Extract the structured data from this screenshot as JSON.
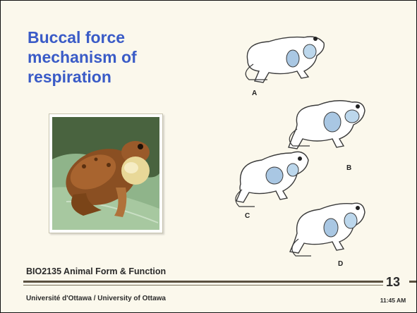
{
  "slide": {
    "title": "Buccal force mechanism of respiration",
    "course": "BIO2135 Animal Form & Function",
    "university": "Université d'Ottawa / University of Ottawa",
    "slide_number": "13",
    "time": "11:45 AM"
  },
  "figure": {
    "panels": [
      {
        "label": "A"
      },
      {
        "label": "B"
      },
      {
        "label": "C"
      },
      {
        "label": "D"
      }
    ],
    "colors": {
      "outline": "#3a3a3a",
      "air_sac": "#bcd7ec",
      "lung": "#a9c7e3"
    }
  },
  "photo": {
    "icon": "toad-photo",
    "colors": {
      "leaf": "#8fb48a",
      "toad_body": "#9a5a2a",
      "vocal_sac": "#e8d898"
    }
  }
}
